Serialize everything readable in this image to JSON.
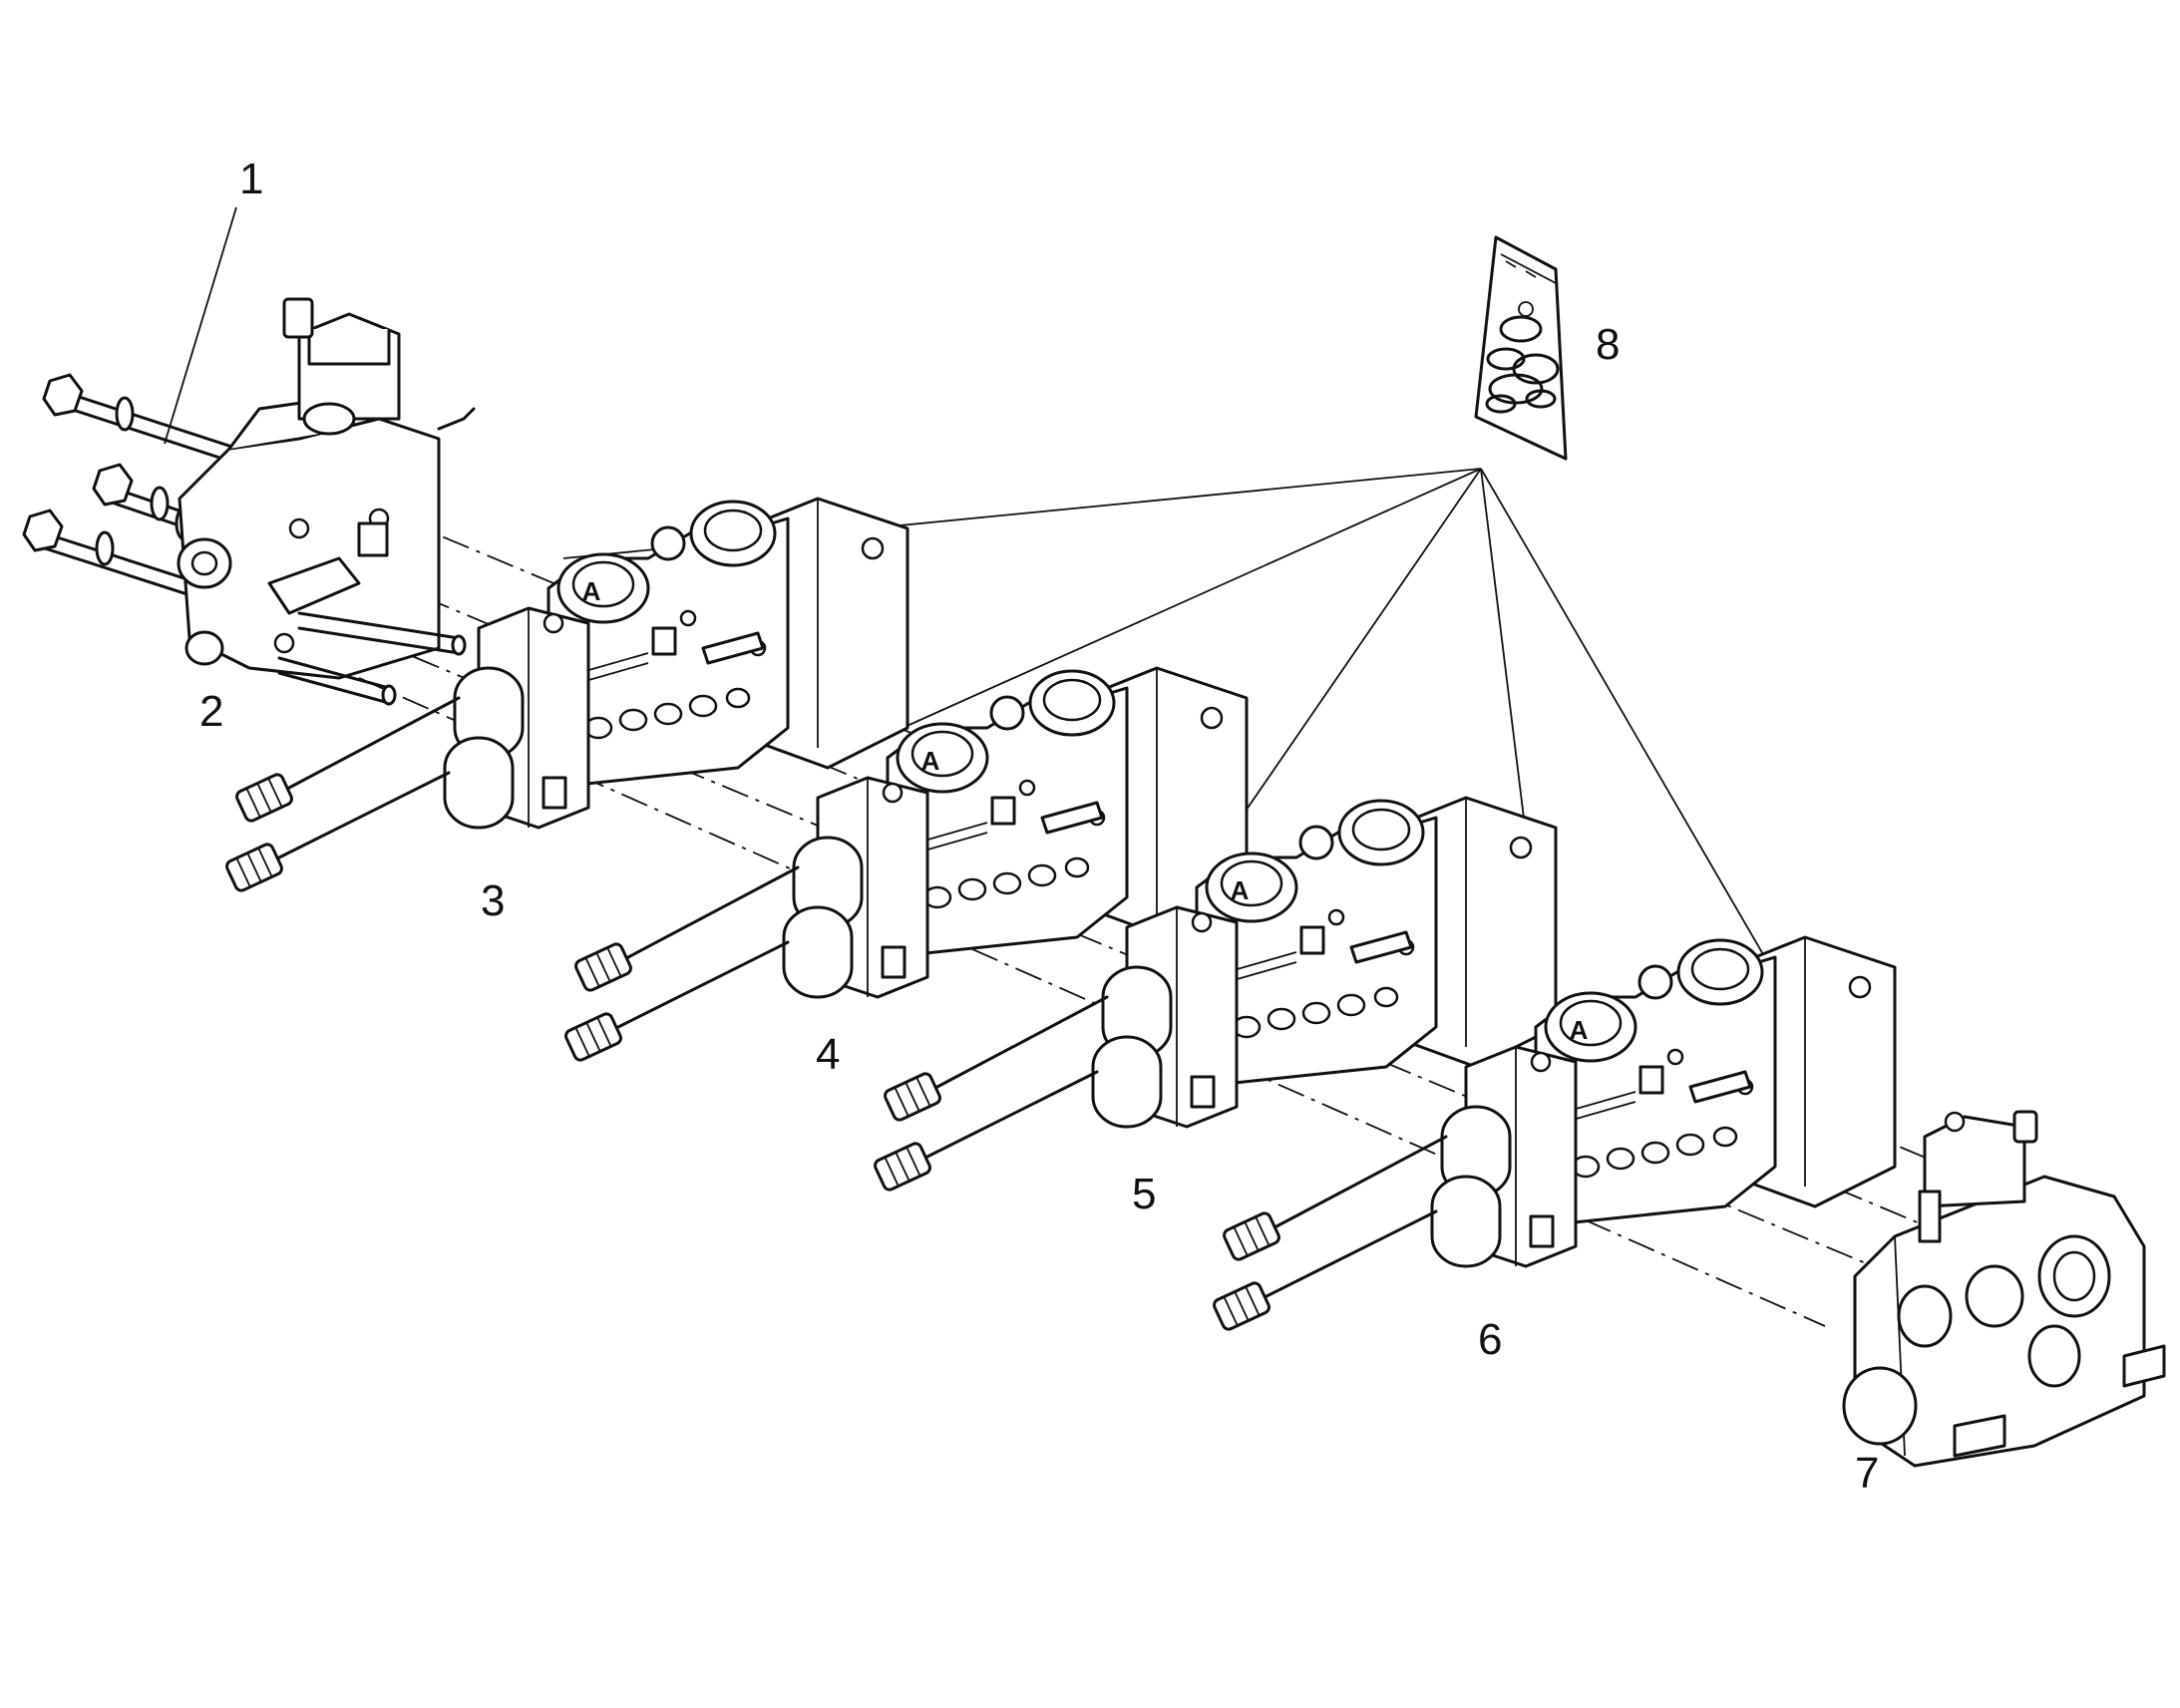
{
  "callouts": [
    {
      "id": "1",
      "text": "1"
    },
    {
      "id": "2",
      "text": "2"
    },
    {
      "id": "3",
      "text": "3"
    },
    {
      "id": "4",
      "text": "4"
    },
    {
      "id": "5",
      "text": "5"
    },
    {
      "id": "6",
      "text": "6"
    },
    {
      "id": "7",
      "text": "7"
    },
    {
      "id": "8",
      "text": "8"
    }
  ],
  "port_marking": "A"
}
